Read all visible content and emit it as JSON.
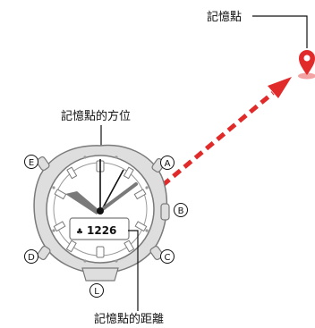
{
  "labels": {
    "memory_point": "記憶點",
    "memory_direction": "記憶點的方位",
    "memory_distance": "記憶點的距離",
    "distance_readout": "1226",
    "button_a": "A",
    "button_b": "B",
    "button_c": "C",
    "button_d": "D",
    "button_e": "E",
    "button_l": "L"
  },
  "colors": {
    "arrow": "#e12b2b",
    "pin": "#e12b2b",
    "line": "#111111",
    "watch_outline": "#7a7a7a",
    "watch_fill": "#dedede"
  },
  "icons": {
    "pin": "location-pin-icon",
    "arrow": "dashed-arrow-icon"
  }
}
